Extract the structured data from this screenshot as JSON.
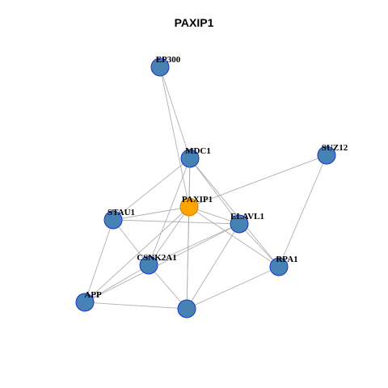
{
  "title": "PAXIP1",
  "colors": {
    "node_fill": "#4682b4",
    "node_stroke": "#1a33cc",
    "focus_fill": "#ffa500",
    "focus_stroke": "#cc8000",
    "edge": "#b0b0b0"
  },
  "nodes": [
    {
      "id": "EP300",
      "label": "EP300",
      "focus": false
    },
    {
      "id": "MDC1",
      "label": "MDC1",
      "focus": false
    },
    {
      "id": "SUZ12",
      "label": "SUZ12",
      "focus": false
    },
    {
      "id": "PAXIP1",
      "label": "PAXIP1",
      "focus": true
    },
    {
      "id": "STAU1",
      "label": "STAU1",
      "focus": false
    },
    {
      "id": "ELAVL1",
      "label": "ELAVL1",
      "focus": false
    },
    {
      "id": "CSNK2A1",
      "label": "CSNK2A1",
      "focus": false
    },
    {
      "id": "RPA1",
      "label": "RPA1",
      "focus": false
    },
    {
      "id": "APP",
      "label": "APP",
      "focus": false
    },
    {
      "id": "UNLABELED",
      "label": "",
      "focus": false
    }
  ],
  "edges": [
    [
      "EP300",
      "MDC1"
    ],
    [
      "EP300",
      "PAXIP1"
    ],
    [
      "MDC1",
      "PAXIP1"
    ],
    [
      "MDC1",
      "STAU1"
    ],
    [
      "MDC1",
      "CSNK2A1"
    ],
    [
      "MDC1",
      "ELAVL1"
    ],
    [
      "MDC1",
      "RPA1"
    ],
    [
      "MDC1",
      "UNLABELED"
    ],
    [
      "SUZ12",
      "PAXIP1"
    ],
    [
      "SUZ12",
      "RPA1"
    ],
    [
      "PAXIP1",
      "STAU1"
    ],
    [
      "PAXIP1",
      "ELAVL1"
    ],
    [
      "PAXIP1",
      "CSNK2A1"
    ],
    [
      "PAXIP1",
      "RPA1"
    ],
    [
      "PAXIP1",
      "APP"
    ],
    [
      "PAXIP1",
      "UNLABELED"
    ],
    [
      "STAU1",
      "ELAVL1"
    ],
    [
      "STAU1",
      "CSNK2A1"
    ],
    [
      "STAU1",
      "APP"
    ],
    [
      "ELAVL1",
      "CSNK2A1"
    ],
    [
      "ELAVL1",
      "RPA1"
    ],
    [
      "ELAVL1",
      "APP"
    ],
    [
      "ELAVL1",
      "UNLABELED"
    ],
    [
      "CSNK2A1",
      "APP"
    ],
    [
      "CSNK2A1",
      "UNLABELED"
    ],
    [
      "RPA1",
      "UNLABELED"
    ],
    [
      "APP",
      "UNLABELED"
    ]
  ]
}
